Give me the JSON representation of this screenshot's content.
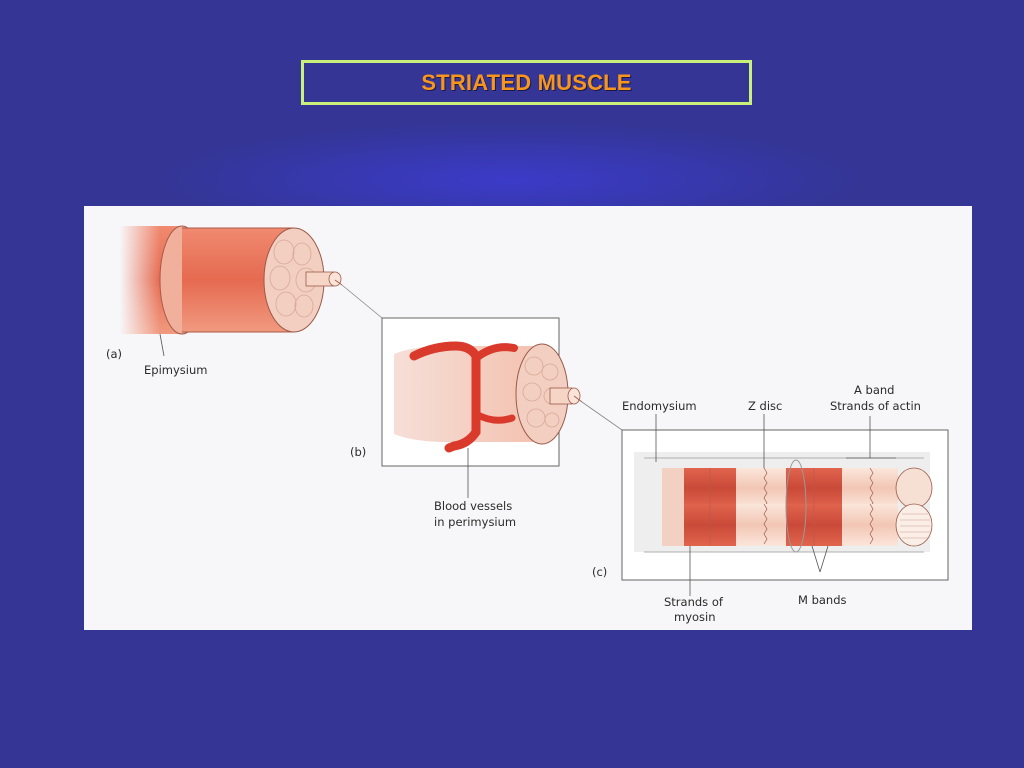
{
  "slide": {
    "title": "STRIATED MUSCLE"
  },
  "figure": {
    "panel_a_letter": "(a)",
    "panel_b_letter": "(b)",
    "panel_c_letter": "(c)",
    "epimysium": "Epimysium",
    "blood_vessels_line1": "Blood vessels",
    "blood_vessels_line2": "in perimysium",
    "endomysium": "Endomysium",
    "z_disc": "Z disc",
    "a_band": "A band",
    "strands_of_actin": "Strands of actin",
    "strands_of_myosin_line1": "Strands of",
    "strands_of_myosin_line2": "myosin",
    "m_bands": "M bands"
  },
  "colors": {
    "background": "#343594",
    "title_text": "#f7951d",
    "title_border": "#c8f07a",
    "muscle": "#e8735a",
    "muscle_dark": "#c94a38",
    "blood_vessel": "#d93a2c",
    "fibre_light": "#f6d4c6"
  }
}
